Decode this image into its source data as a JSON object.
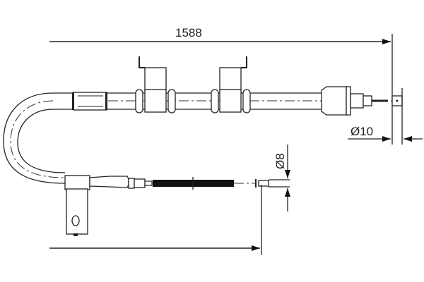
{
  "drawing": {
    "type": "brake cable technical drawing",
    "dimensions": {
      "overall_length": {
        "value": "1588",
        "label": "1588"
      },
      "end_fitting_diameter": {
        "symbol": "Ø",
        "value": "10",
        "label": "Ø10"
      },
      "pin_diameter": {
        "symbol": "Ø",
        "value": "8",
        "label": "Ø8"
      }
    },
    "colors": {
      "line": "#222222",
      "background": "#ffffff"
    }
  }
}
